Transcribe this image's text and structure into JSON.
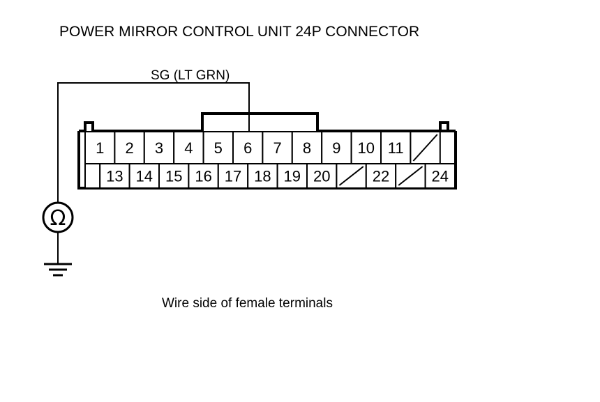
{
  "title": "POWER MIRROR CONTROL UNIT 24P CONNECTOR",
  "caption": "Wire side of female terminals",
  "wire": {
    "label": "SG (LT GRN)",
    "connected_pin": "6",
    "color_code": "LT GRN",
    "signal_name": "SG"
  },
  "meter": {
    "symbol": "Ω",
    "type": "ohmmeter",
    "ground_label": ""
  },
  "connector": {
    "name": "POWER MIRROR CONTROL UNIT",
    "pin_count": "24P",
    "top_row": [
      {
        "label": "1",
        "blank": false
      },
      {
        "label": "2",
        "blank": false
      },
      {
        "label": "3",
        "blank": false
      },
      {
        "label": "4",
        "blank": false
      },
      {
        "label": "5",
        "blank": false
      },
      {
        "label": "6",
        "blank": false
      },
      {
        "label": "7",
        "blank": false
      },
      {
        "label": "8",
        "blank": false
      },
      {
        "label": "9",
        "blank": false
      },
      {
        "label": "10",
        "blank": false
      },
      {
        "label": "11",
        "blank": false
      },
      {
        "label": "",
        "blank": true
      }
    ],
    "bottom_row": [
      {
        "label": "",
        "blank": false,
        "spacer": true
      },
      {
        "label": "13",
        "blank": false
      },
      {
        "label": "14",
        "blank": false
      },
      {
        "label": "15",
        "blank": false
      },
      {
        "label": "16",
        "blank": false
      },
      {
        "label": "17",
        "blank": false
      },
      {
        "label": "18",
        "blank": false
      },
      {
        "label": "19",
        "blank": false
      },
      {
        "label": "20",
        "blank": false
      },
      {
        "label": "",
        "blank": true
      },
      {
        "label": "22",
        "blank": false
      },
      {
        "label": "",
        "blank": true
      },
      {
        "label": "24",
        "blank": false
      }
    ]
  },
  "colors": {
    "stroke": "#000000",
    "background": "#ffffff",
    "text": "#000000"
  }
}
